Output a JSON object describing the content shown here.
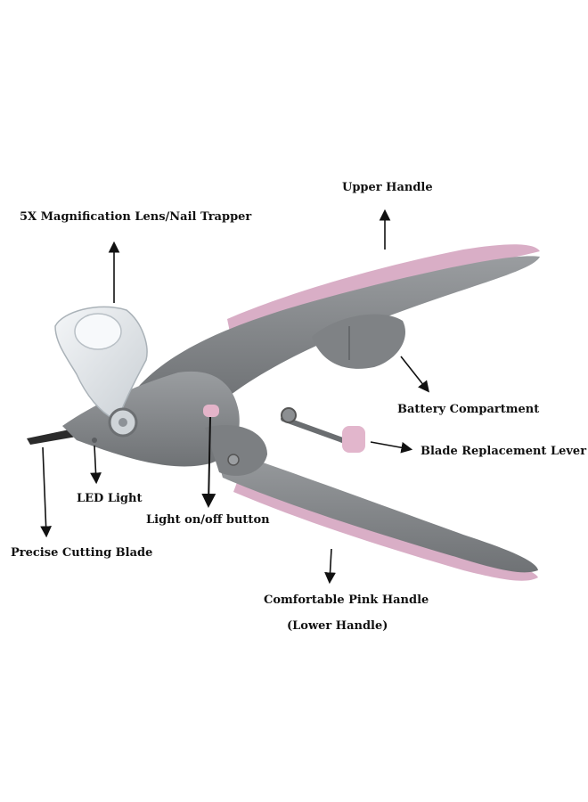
{
  "labels": {
    "upper_handle": "Upper Handle",
    "lens": "5X Magnification Lens/Nail Trapper",
    "battery": "Battery Compartment",
    "blade_lever": "Blade Replacement Lever",
    "led": "LED Light",
    "light_button": "Light on/off button",
    "cutting_blade": "Precise Cutting Blade",
    "pink_handle": "Comfortable Pink Handle",
    "lower_handle": "(Lower Handle)"
  },
  "colors": {
    "body_grey": "#8a8d90",
    "pink_grip": "#d9aec6",
    "lens_clear": "#e8ecef",
    "text": "#111111"
  }
}
